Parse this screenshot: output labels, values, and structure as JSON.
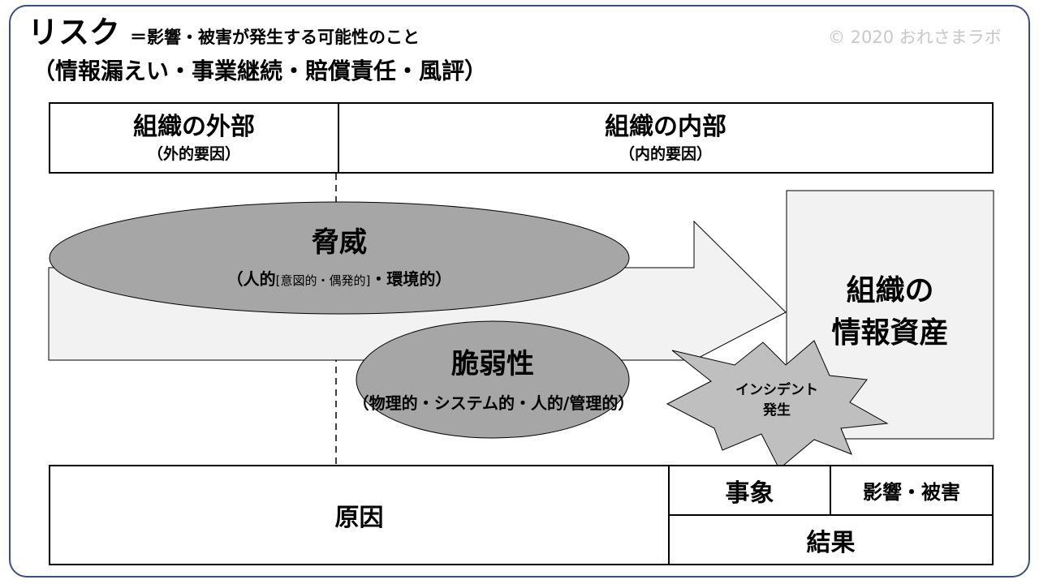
{
  "title": {
    "main": "リスク",
    "definition": "＝影響・被害が発生する可能性のこと",
    "examples": "（情報漏えい・事業継続・賠償責任・風評）"
  },
  "copyright": "© 2020 おれさまラボ",
  "header": {
    "external": {
      "title": "組織の外部",
      "sub": "（外的要因）"
    },
    "internal": {
      "title": "組織の内部",
      "sub": "（内的要因）"
    }
  },
  "threat": {
    "title": "脅威",
    "detail_a": "（人的",
    "detail_b": "[意図的・偶発的]",
    "detail_c": "・環境的）"
  },
  "vulnerability": {
    "title": "脆弱性",
    "detail": "（物理的・システム的・人的/管理的）"
  },
  "asset": {
    "line1": "組織の",
    "line2": "情報資産"
  },
  "incident": {
    "line1": "インシデント",
    "line2": "発生"
  },
  "bottom": {
    "cause": "原因",
    "event": "事象",
    "impact": "影響・被害",
    "result": "結果"
  },
  "colors": {
    "frame": "#3a4f80",
    "ellipse": "#a6a6a6",
    "arrow": "#f2f2f2",
    "asset": "#f2f2f2",
    "starburst": "#bfbfbf",
    "copyright": "#c8c8c8"
  }
}
